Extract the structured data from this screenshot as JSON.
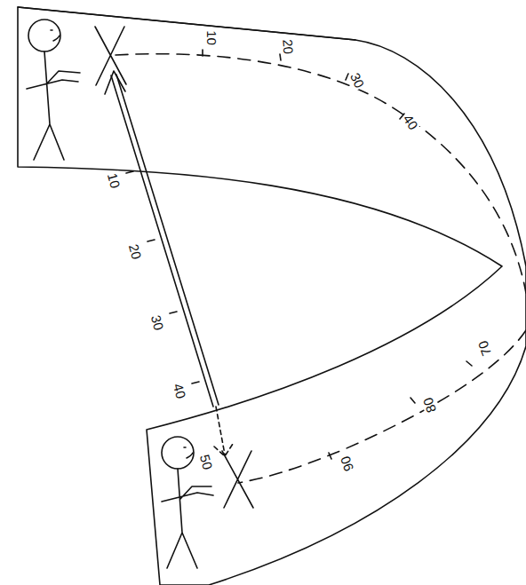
{
  "diagram": {
    "labels": [
      "10",
      "20",
      "30",
      "40",
      "70",
      "80",
      "90",
      "10",
      "20",
      "30",
      "40",
      "50"
    ]
  }
}
